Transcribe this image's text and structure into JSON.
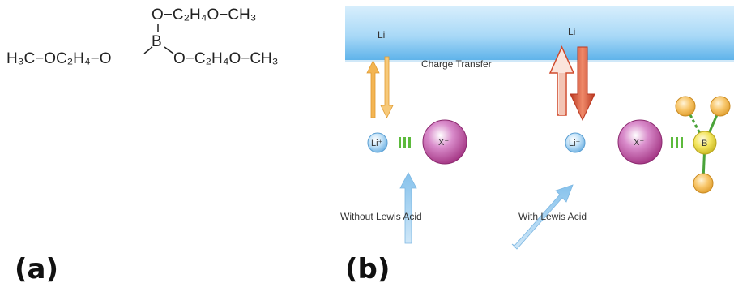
{
  "panel_a": {
    "label": "(a)",
    "formula": {
      "top_chain": "O−C₂H₄O−CH₃",
      "boron": "B",
      "left_chain": "H₃C−OC₂H₄−O",
      "right_chain": "O−C₂H₄O−CH₃"
    }
  },
  "panel_b": {
    "label": "(b)",
    "electrode_label_left": "Li",
    "electrode_label_right": "Li",
    "charge_transfer": "Charge Transfer",
    "li_ion": "Li⁺",
    "anion": "X⁻",
    "boron_center": "B",
    "caption_left": "Without Lewis Acid",
    "caption_right": "With Lewis Acid"
  },
  "colors": {
    "electrode_top": "#a9d9f7",
    "electrode_bottom": "#5fb3ea",
    "thin_arrow": "#f3b553",
    "thick_arrow": "#d94f2f",
    "li_ion": "#9ccdf1",
    "anion": "#b53f9a",
    "boron": "#f1e25a",
    "ligand": "#f5b74c",
    "interaction": "#5cba3c",
    "pointer": "#8cc6ec"
  }
}
